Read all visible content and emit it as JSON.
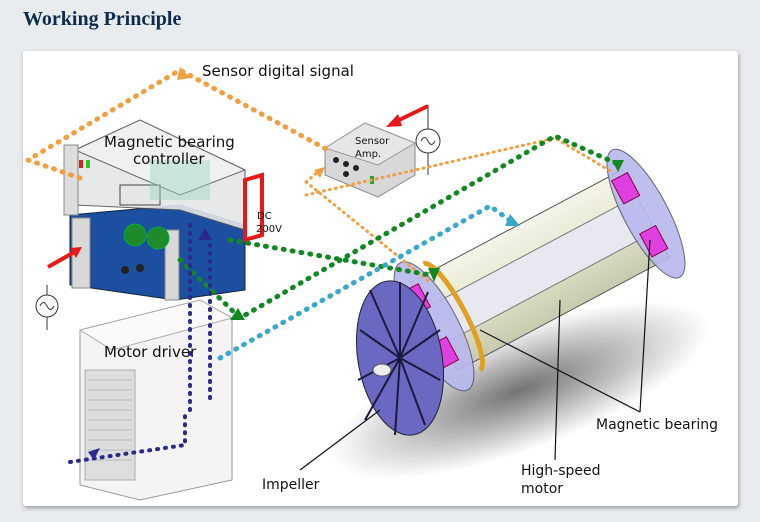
{
  "page": {
    "title": "Working Principle"
  },
  "diagram": {
    "labels": {
      "sensor_signal": "Sensor digital signal",
      "controller_line1": "Magnetic bearing",
      "controller_line2": "controller",
      "amp_line1": "Sensor",
      "amp_line2": "Amp.",
      "dc_line1": "DC",
      "dc_line2": "200V",
      "motor_driver": "Motor driver",
      "impeller": "Impeller",
      "motor_line1": "High-speed",
      "motor_line2": "motor",
      "magnetic_bearing": "Magnetic bearing"
    },
    "colors": {
      "sensor_signal": "#f0a040",
      "control_signal": "#118822",
      "motor_signal": "#3aa8c8",
      "power": "#2b2a8c",
      "ac_power": "#e81818",
      "bearing": "#e040e0"
    }
  }
}
